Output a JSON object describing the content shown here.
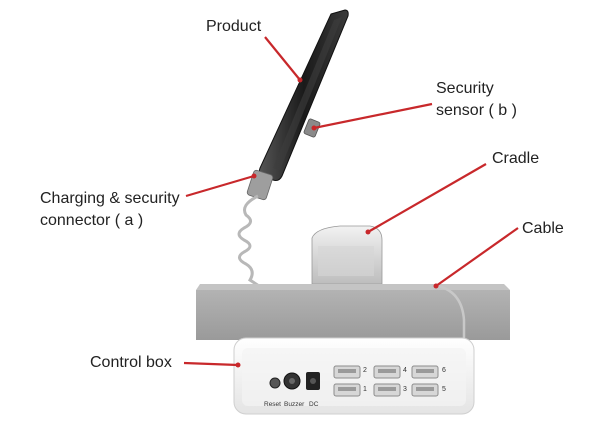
{
  "labels": {
    "product": "Product",
    "security_sensor": [
      "Security",
      "sensor ( b )"
    ],
    "cradle": "Cradle",
    "charging_connector": [
      "Charging &  security",
      "connector ( a )"
    ],
    "cable": "Cable",
    "control_box": "Control box"
  },
  "control_box_ports": {
    "reset": "Reset",
    "buzzer": "Buzzer",
    "dc": "DC",
    "usb_numbers": [
      "2",
      "1",
      "4",
      "3",
      "6",
      "5"
    ]
  },
  "colors": {
    "leader_line": "#c8282b",
    "phone_body": "#1e1e1e",
    "shelf_front": "#a6a6a6",
    "shelf_top": "#c4c4c4",
    "box_body": "#f6f6f6"
  }
}
